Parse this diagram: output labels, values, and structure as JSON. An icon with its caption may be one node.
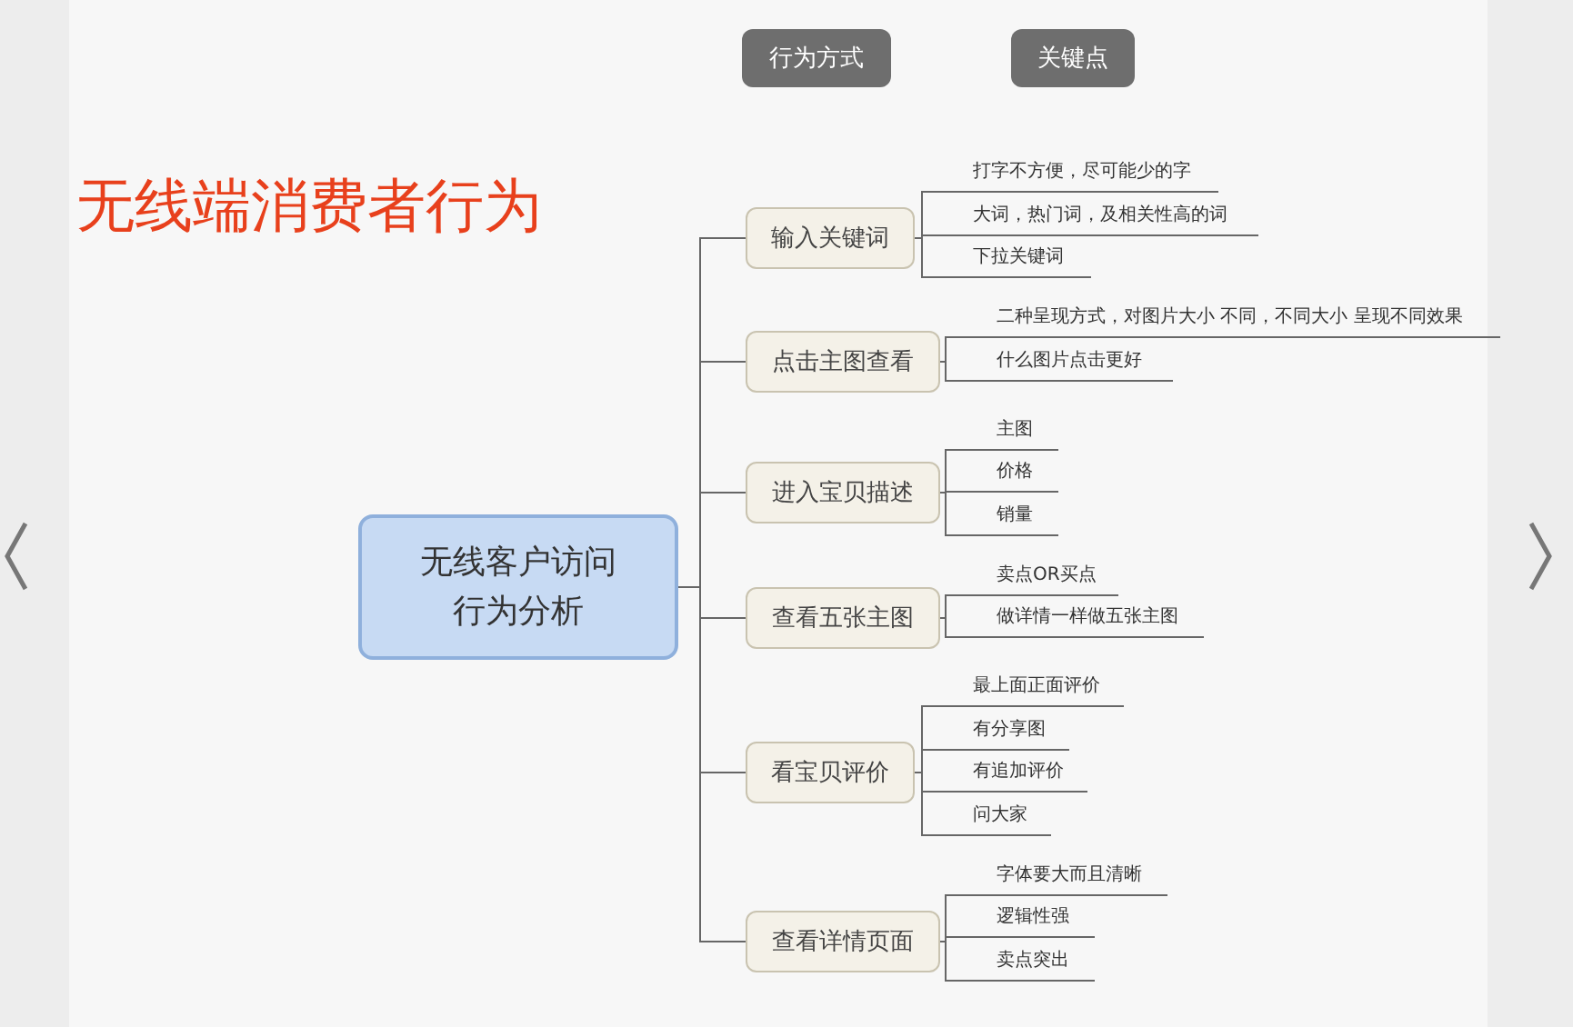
{
  "diagram": {
    "title": "无线端消费者行为",
    "nodes": [
      {
        "text": [
          "行为方式"
        ]
      },
      {
        "text": [
          "关键点"
        ]
      },
      {
        "text": [
          "无线客户访问行为分析"
        ]
      },
      {
        "text": [
          "输入关键词"
        ]
      },
      {
        "text": [
          "打字不方便，尽可能少的字"
        ]
      },
      {
        "text": [
          "大词，热门词，及相关性高的词"
        ]
      },
      {
        "text": [
          "下拉关键词"
        ]
      },
      {
        "text": [
          "点击主图查看"
        ]
      },
      {
        "text": [
          "二种呈现方式，对图片大小 不同，不同大小 呈现不同效果"
        ]
      },
      {
        "text": [
          "什么图片点击更好"
        ]
      },
      {
        "text": [
          "进入宝贝描述"
        ]
      },
      {
        "text": [
          "主图"
        ]
      },
      {
        "text": [
          "价格"
        ]
      },
      {
        "text": [
          "销量"
        ]
      },
      {
        "text": [
          "查看五张主图"
        ]
      },
      {
        "text": [
          "卖点OR买点"
        ]
      },
      {
        "text": [
          "做详情一样做五张主图"
        ]
      },
      {
        "text": [
          "看宝贝评价"
        ]
      },
      {
        "text": [
          "最上面正面评价"
        ]
      },
      {
        "text": [
          "有分享图"
        ]
      },
      {
        "text": [
          "有追加评价"
        ]
      },
      {
        "text": [
          "问大家"
        ]
      },
      {
        "text": [
          "查看详情页面"
        ]
      },
      {
        "text": [
          "字体要大而且清晰"
        ]
      },
      {
        "text": [
          "逻辑性强"
        ]
      },
      {
        "text": [
          "卖点突出"
        ]
      }
    ],
    "edges": [
      {
        "from": 2,
        "to": 3,
        "arrow": "none"
      },
      {
        "from": 2,
        "to": 7,
        "arrow": "none"
      },
      {
        "from": 2,
        "to": 10,
        "arrow": "none"
      },
      {
        "from": 2,
        "to": 14,
        "arrow": "none"
      },
      {
        "from": 2,
        "to": 17,
        "arrow": "none"
      },
      {
        "from": 2,
        "to": 22,
        "arrow": "none"
      },
      {
        "from": 3,
        "to": 4,
        "arrow": "none"
      },
      {
        "from": 3,
        "to": 5,
        "arrow": "none"
      },
      {
        "from": 3,
        "to": 6,
        "arrow": "none"
      },
      {
        "from": 7,
        "to": 8,
        "arrow": "none"
      },
      {
        "from": 7,
        "to": 9,
        "arrow": "none"
      },
      {
        "from": 10,
        "to": 11,
        "arrow": "none"
      },
      {
        "from": 10,
        "to": 12,
        "arrow": "none"
      },
      {
        "from": 10,
        "to": 13,
        "arrow": "none"
      },
      {
        "from": 14,
        "to": 15,
        "arrow": "none"
      },
      {
        "from": 14,
        "to": 16,
        "arrow": "none"
      },
      {
        "from": 17,
        "to": 18,
        "arrow": "none"
      },
      {
        "from": 17,
        "to": 19,
        "arrow": "none"
      },
      {
        "from": 17,
        "to": 20,
        "arrow": "none"
      },
      {
        "from": 17,
        "to": 21,
        "arrow": "none"
      },
      {
        "from": 22,
        "to": 23,
        "arrow": "none"
      },
      {
        "from": 22,
        "to": 24,
        "arrow": "none"
      },
      {
        "from": 22,
        "to": 25,
        "arrow": "none"
      }
    ]
  }
}
